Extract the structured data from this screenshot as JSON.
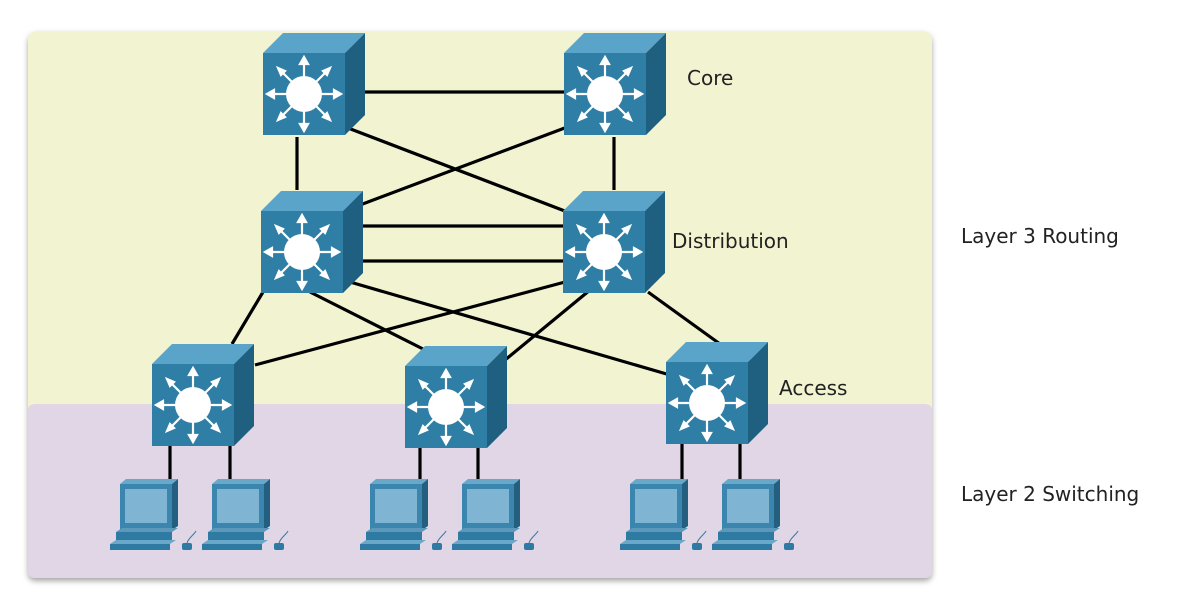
{
  "colors": {
    "l3_zone": "#f2f4d1",
    "l2_zone": "#e0d6e6",
    "device_front": "#2f7ea6",
    "device_top": "#5aa4c9",
    "device_side": "#1f5f80",
    "link": "#000000",
    "pc_body": "#3a86ae",
    "pc_screen": "#7fb4d2"
  },
  "tiers": {
    "core_label": "Core",
    "distribution_label": "Distribution",
    "access_label": "Access"
  },
  "side_labels": {
    "layer3": "Layer 3 Routing",
    "layer2": "Layer 2 Switching"
  },
  "icons": {
    "multilayer_switch": "multilayer-switch-icon",
    "pc": "desktop-pc-icon"
  },
  "devices": {
    "core": [
      "core-switch-left",
      "core-switch-right"
    ],
    "distribution": [
      "distribution-switch-left",
      "distribution-switch-right"
    ],
    "access": [
      "access-switch-left",
      "access-switch-middle",
      "access-switch-right"
    ],
    "pcs_per_access_switch": 2
  }
}
